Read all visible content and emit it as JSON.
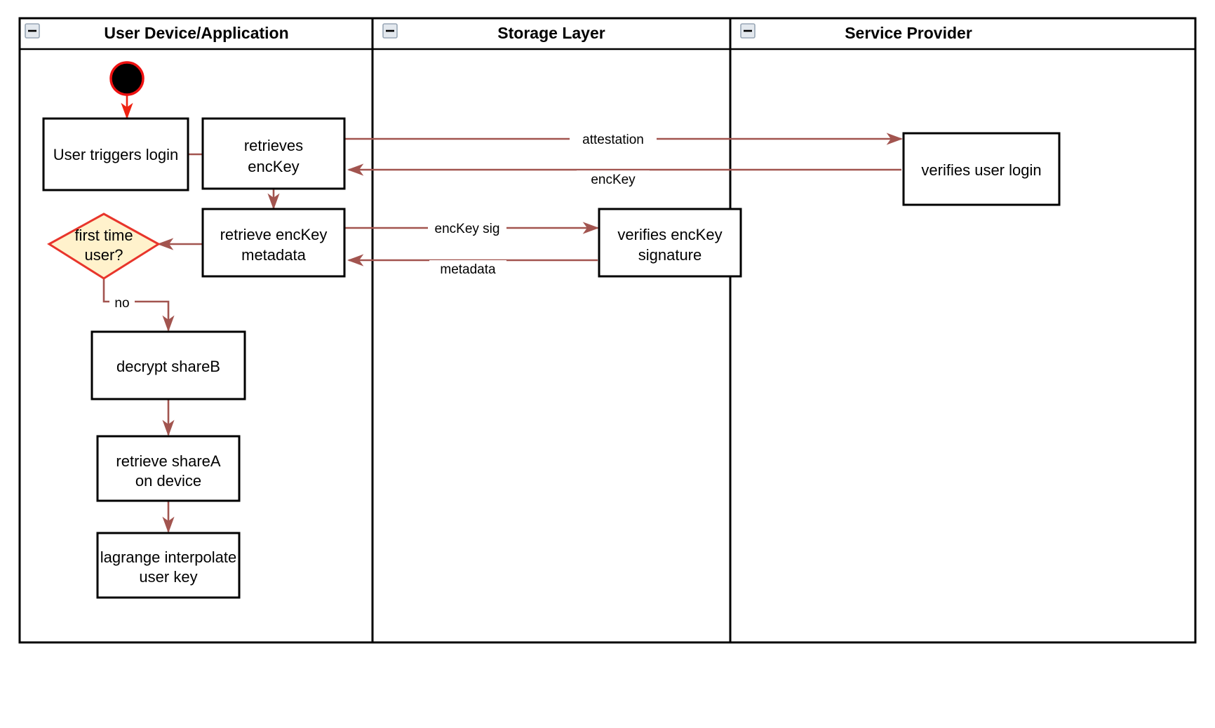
{
  "diagram": {
    "title": "User login key-reconstruction swimlane flowchart",
    "type": "swimlane-activity-diagram",
    "lanes": [
      {
        "id": "lane-user",
        "title": "User Device/Application",
        "collapse_icon": "collapse-minus-icon"
      },
      {
        "id": "lane-storage",
        "title": "Storage Layer",
        "collapse_icon": "collapse-minus-icon"
      },
      {
        "id": "lane-provider",
        "title": "Service Provider",
        "collapse_icon": "collapse-minus-icon"
      }
    ],
    "nodes": {
      "start": {
        "shape": "start-node",
        "label": ""
      },
      "user_triggers_login": {
        "shape": "process",
        "line1": "User triggers login",
        "line2": ""
      },
      "retrieves_enckey": {
        "shape": "process",
        "line1": "retrieves",
        "line2": "encKey"
      },
      "retrieve_enckey_metadata": {
        "shape": "process",
        "line1": "retrieve encKey",
        "line2": "metadata"
      },
      "first_time_user": {
        "shape": "decision",
        "line1": "first time",
        "line2": "user?"
      },
      "decrypt_shareb": {
        "shape": "process",
        "line1": "decrypt shareB",
        "line2": ""
      },
      "retrieve_sharea": {
        "shape": "process",
        "line1": "retrieve shareA",
        "line2": "on device"
      },
      "lagrange_interpolate": {
        "shape": "process",
        "line1": "lagrange interpolate",
        "line2": "user key"
      },
      "verifies_user_login": {
        "shape": "process",
        "line1": "verifies user login",
        "line2": ""
      },
      "verifies_enckey_signature": {
        "shape": "process",
        "line1": "verifies encKey",
        "line2": "signature"
      }
    },
    "edge_labels": {
      "attestation": "attestation",
      "enckey": "encKey",
      "enckey_sig": "encKey sig",
      "metadata": "metadata",
      "no": "no"
    },
    "colors": {
      "flow": "#a2544f",
      "start_ring": "#ee1111",
      "decision_fill": "#fff2cc",
      "decision_stroke": "#e8352b",
      "box_stroke": "#000000",
      "canvas": "#ffffff"
    }
  }
}
